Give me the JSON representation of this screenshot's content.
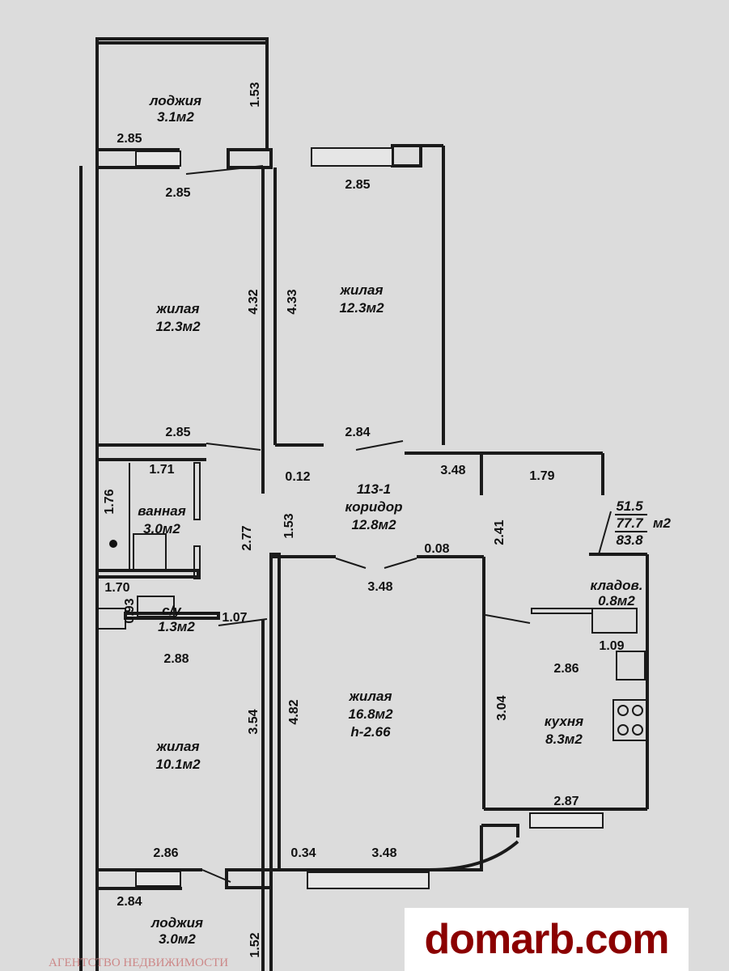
{
  "rooms": {
    "loggia_top": {
      "name": "лоджия",
      "area": "3.1м2"
    },
    "bedroom_1": {
      "name": "жилая",
      "area": "12.3м2"
    },
    "bedroom_2": {
      "name": "жилая",
      "area": "12.3м2"
    },
    "corridor": {
      "code": "113-1",
      "name": "коридор",
      "area": "12.8м2"
    },
    "bathroom": {
      "name": "ванная",
      "area": "3.0м2"
    },
    "toilet": {
      "name": "с/у",
      "area": "1.3м2"
    },
    "living": {
      "name": "жилая",
      "area": "16.8м2",
      "height": "h-2.66"
    },
    "pantry": {
      "name": "кладов.",
      "area": "0.8м2"
    },
    "kitchen": {
      "name": "кухня",
      "area": "8.3м2"
    },
    "bedroom_3": {
      "name": "жилая",
      "area": "10.1м2"
    },
    "loggia_bottom": {
      "name": "лоджия",
      "area": "3.0м2"
    }
  },
  "totals": {
    "living": "51.5",
    "total": "77.7",
    "unit": "м2",
    "overall": "83.8"
  },
  "dimensions": {
    "d1": "1.53",
    "d2": "2.85",
    "d3": "2.85",
    "d4": "2.85",
    "d5": "4.32",
    "d6": "4.33",
    "d7": "2.85",
    "d8": "2.84",
    "d9": "1.71",
    "d10": "1.76",
    "d11": "0.12",
    "d12": "3.48",
    "d13": "1.79",
    "d14": "2.77",
    "d15": "1.53",
    "d16": "2.41",
    "d17": "0.08",
    "d18": "3.48",
    "d19": "1.70",
    "d20": "0.93",
    "d21": "1.07",
    "d22": "2.88",
    "d23": "1.09",
    "d24": "2.86",
    "d25": "3.54",
    "d26": "4.82",
    "d27": "3.04",
    "d28": "2.87",
    "d29": "2.86",
    "d30": "0.34",
    "d31": "3.48",
    "d32": "2.84",
    "d33": "1.52"
  },
  "watermark": "domarb.com",
  "agency": "АГЕНТСТВО НЕДВИЖИМОСТИ"
}
